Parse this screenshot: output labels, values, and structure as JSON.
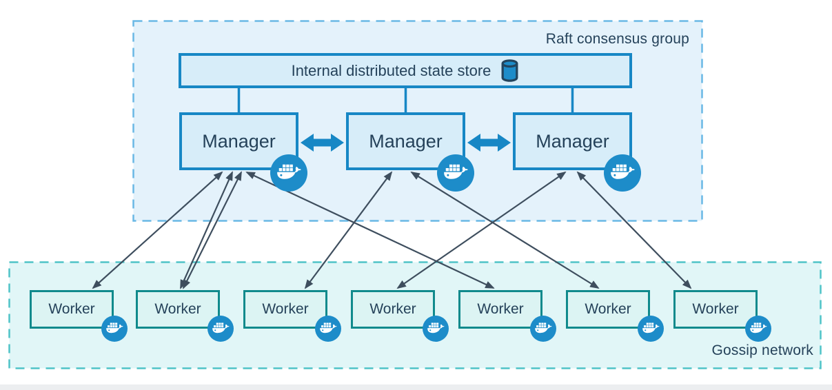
{
  "raft_group": {
    "label": "Raft consensus group",
    "state_store": {
      "label": "Internal distributed state store",
      "icon": "database-cylinder-icon"
    },
    "managers": [
      {
        "label": "Manager",
        "icon": "docker-whale-icon"
      },
      {
        "label": "Manager",
        "icon": "docker-whale-icon"
      },
      {
        "label": "Manager",
        "icon": "docker-whale-icon"
      }
    ]
  },
  "gossip_network": {
    "label": "Gossip network",
    "workers": [
      {
        "label": "Worker",
        "icon": "docker-whale-icon"
      },
      {
        "label": "Worker",
        "icon": "docker-whale-icon"
      },
      {
        "label": "Worker",
        "icon": "docker-whale-icon"
      },
      {
        "label": "Worker",
        "icon": "docker-whale-icon"
      },
      {
        "label": "Worker",
        "icon": "docker-whale-icon"
      },
      {
        "label": "Worker",
        "icon": "docker-whale-icon"
      },
      {
        "label": "Worker",
        "icon": "docker-whale-icon"
      }
    ]
  },
  "links": {
    "state_store_to_managers": [
      "manager-1",
      "manager-2",
      "manager-3"
    ],
    "manager_peer_links": [
      {
        "from": "manager-1",
        "to": "manager-2",
        "style": "thick-double-arrow"
      },
      {
        "from": "manager-2",
        "to": "manager-3",
        "style": "thick-double-arrow"
      }
    ],
    "manager_worker_links": [
      {
        "from": "manager-1",
        "to": "worker-1",
        "style": "thin-double-arrow"
      },
      {
        "from": "manager-1",
        "to": "worker-2",
        "style": "thin-double-arrow"
      },
      {
        "from": "manager-1",
        "to": "worker-5",
        "style": "thin-double-arrow"
      },
      {
        "from": "manager-2",
        "to": "worker-3",
        "style": "thin-double-arrow"
      },
      {
        "from": "manager-2",
        "to": "worker-6",
        "style": "thin-double-arrow"
      },
      {
        "from": "manager-3",
        "to": "worker-4",
        "style": "thin-double-arrow"
      },
      {
        "from": "manager-3",
        "to": "worker-7",
        "style": "thin-double-arrow"
      }
    ]
  },
  "colors": {
    "raft_fill": "#e4f2fb",
    "raft_border": "#69b8e5",
    "node_fill": "#d7edf9",
    "node_border": "#1787c5",
    "gossip_fill": "#e1f6f7",
    "gossip_border": "#4fc3c7",
    "worker_fill": "#dcf4f3",
    "worker_border": "#108a8c",
    "thin_arrow": "#3e4e5e",
    "docker_blue": "#1d8cc9",
    "text": "#25425a"
  }
}
